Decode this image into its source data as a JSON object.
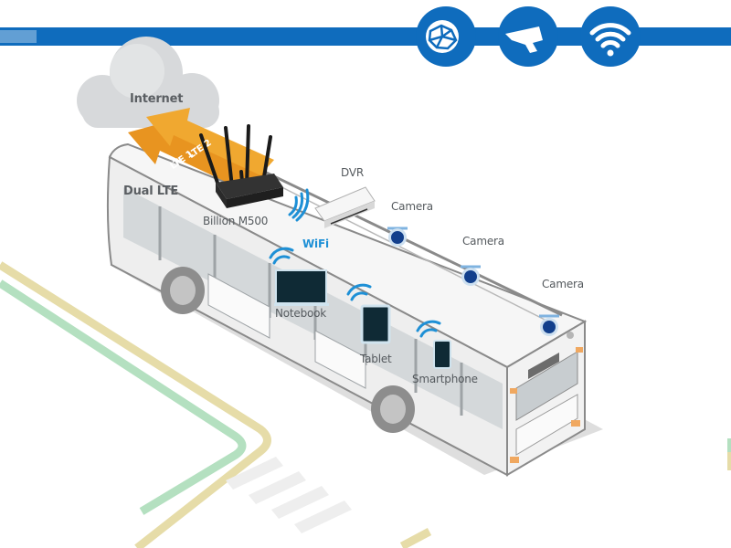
{
  "diagram": {
    "title_icons": [
      {
        "name": "internet-globe-icon",
        "meaning": "internet"
      },
      {
        "name": "security-camera-icon",
        "meaning": "camera"
      },
      {
        "name": "wifi-icon",
        "meaning": "wifi"
      }
    ],
    "labels": {
      "internet": "Internet",
      "lte1": "LTE 1",
      "lte2": "LTE 2",
      "dual_lte": "Dual LTE",
      "router": "Billion M500",
      "dvr": "DVR",
      "wifi": "WiFi",
      "camera_1": "Camera",
      "camera_2": "Camera",
      "camera_3": "Camera",
      "notebook": "Notebook",
      "tablet": "Tablet",
      "smartphone": "Smartphone"
    },
    "colors": {
      "brand_blue": "#0f6cbd",
      "wifi_blue": "#1e90d6",
      "lte_orange": "#e89420",
      "lte_orange_light": "#f0a830",
      "cloud_gray": "#d7d9db",
      "bus_white": "#f4f4f4",
      "road_yellow": "#e6dca8",
      "road_green": "#b4e0c0",
      "camera_blue": "#123f8c",
      "device_screen": "#0f2a35"
    }
  }
}
